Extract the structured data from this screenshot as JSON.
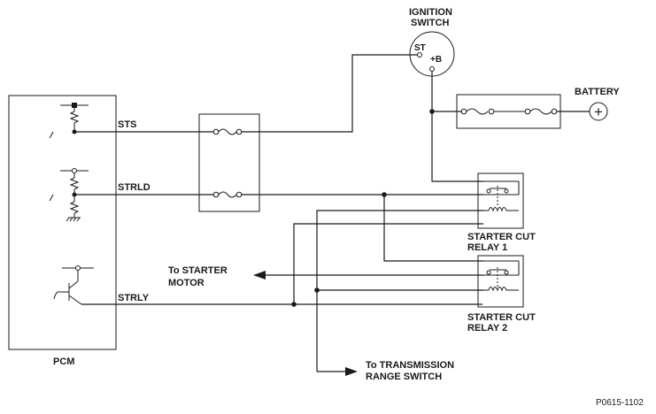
{
  "labels": {
    "ignition_switch": [
      "IGNITION",
      "SWITCH"
    ],
    "switch_st": "ST",
    "switch_b": "+B",
    "battery": "BATTERY",
    "sts": "STS",
    "strld": "STRLD",
    "strly": "STRLY",
    "relay1": [
      "STARTER CUT",
      "RELAY 1"
    ],
    "relay2": [
      "STARTER CUT",
      "RELAY 2"
    ],
    "to_starter": [
      "To STARTER",
      "MOTOR"
    ],
    "to_trans": [
      "To TRANSMISSION",
      "RANGE SWITCH"
    ],
    "pcm": "PCM",
    "figure_id": "P0615-1102"
  },
  "symbols": {
    "battery_terminal": "+"
  }
}
